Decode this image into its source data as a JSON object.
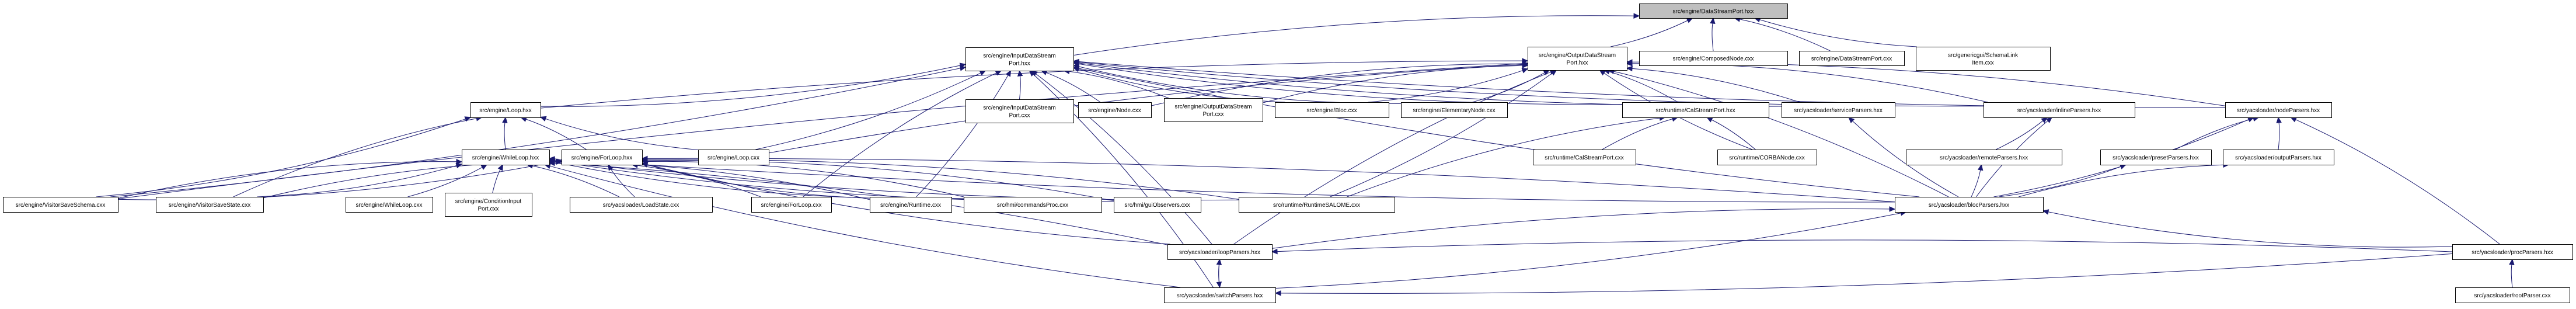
{
  "title": "Include dependency graph: files that include src/engine/DataStreamPort.hxx",
  "colors": {
    "edge": "#191970",
    "root_fill": "#bfbfbf",
    "node_fill": "#ffffff",
    "border": "#000000"
  },
  "nodes": [
    {
      "id": "dsp_hxx",
      "label": [
        "src/engine/DataStreamPort.hxx"
      ],
      "root": true
    },
    {
      "id": "idsp_hxx",
      "label": [
        "src/engine/InputDataStream",
        "Port.hxx"
      ]
    },
    {
      "id": "odsp_hxx",
      "label": [
        "src/engine/OutputDataStream",
        "Port.hxx"
      ]
    },
    {
      "id": "composednode_cxx",
      "label": [
        "src/engine/ComposedNode.cxx"
      ]
    },
    {
      "id": "dsp_cxx",
      "label": [
        "src/engine/DataStreamPort.cxx"
      ]
    },
    {
      "id": "schemalinkitem_cxx",
      "label": [
        "src/genericgui/SchemaLink",
        "Item.cxx"
      ]
    },
    {
      "id": "loop_hxx",
      "label": [
        "src/engine/Loop.hxx"
      ]
    },
    {
      "id": "idsp_cxx",
      "label": [
        "src/engine/InputDataStream",
        "Port.cxx"
      ]
    },
    {
      "id": "node_cxx",
      "label": [
        "src/engine/Node.cxx"
      ]
    },
    {
      "id": "odsp_cxx",
      "label": [
        "src/engine/OutputDataStream",
        "Port.cxx"
      ]
    },
    {
      "id": "bloc_cxx",
      "label": [
        "src/engine/Bloc.cxx"
      ]
    },
    {
      "id": "elementarynode_cxx",
      "label": [
        "src/engine/ElementaryNode.cxx"
      ]
    },
    {
      "id": "calstreamport_hxx",
      "label": [
        "src/runtime/CalStreamPort.hxx"
      ]
    },
    {
      "id": "serviceparsers_hxx",
      "label": [
        "src/yacsloader/serviceParsers.hxx"
      ]
    },
    {
      "id": "inlineparsers_hxx",
      "label": [
        "src/yacsloader/inlineParsers.hxx"
      ]
    },
    {
      "id": "nodeparsers_hxx",
      "label": [
        "src/yacsloader/nodeParsers.hxx"
      ]
    },
    {
      "id": "whileloop_hxx",
      "label": [
        "src/engine/WhileLoop.hxx"
      ]
    },
    {
      "id": "forloop_hxx",
      "label": [
        "src/engine/ForLoop.hxx"
      ]
    },
    {
      "id": "loop_cxx",
      "label": [
        "src/engine/Loop.cxx"
      ]
    },
    {
      "id": "calstreamport_cxx",
      "label": [
        "src/runtime/CalStreamPort.cxx"
      ]
    },
    {
      "id": "corbanode_cxx",
      "label": [
        "src/runtime/CORBANode.cxx"
      ]
    },
    {
      "id": "remoteparsers_hxx",
      "label": [
        "src/yacsloader/remoteParsers.hxx"
      ]
    },
    {
      "id": "presetparsers_hxx",
      "label": [
        "src/yacsloader/presetParsers.hxx"
      ]
    },
    {
      "id": "outputparsers_hxx",
      "label": [
        "src/yacsloader/outputParsers.hxx"
      ]
    },
    {
      "id": "visitorsaveschema_cxx",
      "label": [
        "src/engine/VisitorSaveSchema.cxx"
      ]
    },
    {
      "id": "visitorsavestate_cxx",
      "label": [
        "src/engine/VisitorSaveState.cxx"
      ]
    },
    {
      "id": "whileloop_cxx",
      "label": [
        "src/engine/WhileLoop.cxx"
      ]
    },
    {
      "id": "conditioninputport_cxx",
      "label": [
        "src/engine/ConditionInput",
        "Port.cxx"
      ]
    },
    {
      "id": "loadstate_cxx",
      "label": [
        "src/yacsloader/LoadState.cxx"
      ]
    },
    {
      "id": "forloop_cxx",
      "label": [
        "src/engine/ForLoop.cxx"
      ]
    },
    {
      "id": "runtime_cxx",
      "label": [
        "src/engine/Runtime.cxx"
      ]
    },
    {
      "id": "commandsproc_cxx",
      "label": [
        "src/hmi/commandsProc.cxx"
      ]
    },
    {
      "id": "guiobservers_cxx",
      "label": [
        "src/hmi/guiObservers.cxx"
      ]
    },
    {
      "id": "runtimesalome_cxx",
      "label": [
        "src/runtime/RuntimeSALOME.cxx"
      ]
    },
    {
      "id": "blocparsers_hxx",
      "label": [
        "src/yacsloader/blocParsers.hxx"
      ]
    },
    {
      "id": "loopparsers_hxx",
      "label": [
        "src/yacsloader/loopParsers.hxx"
      ]
    },
    {
      "id": "procparsers_hxx",
      "label": [
        "src/yacsloader/procParsers.hxx"
      ]
    },
    {
      "id": "switchparsers_hxx",
      "label": [
        "src/yacsloader/switchParsers.hxx"
      ]
    },
    {
      "id": "rootparser_cxx",
      "label": [
        "src/yacsloader/rootParser.cxx"
      ]
    }
  ],
  "edges": [
    [
      "idsp_hxx",
      "dsp_hxx"
    ],
    [
      "odsp_hxx",
      "dsp_hxx"
    ],
    [
      "composednode_cxx",
      "dsp_hxx"
    ],
    [
      "dsp_cxx",
      "dsp_hxx"
    ],
    [
      "schemalinkitem_cxx",
      "dsp_hxx"
    ],
    [
      "idsp_cxx",
      "idsp_hxx"
    ],
    [
      "odsp_cxx",
      "odsp_hxx"
    ],
    [
      "loop_hxx",
      "idsp_hxx"
    ],
    [
      "loop_hxx",
      "odsp_hxx"
    ],
    [
      "node_cxx",
      "idsp_hxx"
    ],
    [
      "node_cxx",
      "odsp_hxx"
    ],
    [
      "odsp_cxx",
      "idsp_hxx"
    ],
    [
      "bloc_cxx",
      "idsp_hxx"
    ],
    [
      "bloc_cxx",
      "odsp_hxx"
    ],
    [
      "elementarynode_cxx",
      "idsp_hxx"
    ],
    [
      "elementarynode_cxx",
      "odsp_hxx"
    ],
    [
      "calstreamport_hxx",
      "idsp_hxx"
    ],
    [
      "calstreamport_hxx",
      "odsp_hxx"
    ],
    [
      "serviceparsers_hxx",
      "idsp_hxx"
    ],
    [
      "serviceparsers_hxx",
      "odsp_hxx"
    ],
    [
      "inlineparsers_hxx",
      "idsp_hxx"
    ],
    [
      "inlineparsers_hxx",
      "odsp_hxx"
    ],
    [
      "nodeparsers_hxx",
      "idsp_hxx"
    ],
    [
      "nodeparsers_hxx",
      "odsp_hxx"
    ],
    [
      "whileloop_hxx",
      "loop_hxx"
    ],
    [
      "forloop_hxx",
      "loop_hxx"
    ],
    [
      "loop_cxx",
      "loop_hxx"
    ],
    [
      "loop_cxx",
      "idsp_hxx"
    ],
    [
      "loop_cxx",
      "odsp_hxx"
    ],
    [
      "visitorsaveschema_cxx",
      "idsp_hxx"
    ],
    [
      "visitorsaveschema_cxx",
      "odsp_hxx"
    ],
    [
      "visitorsaveschema_cxx",
      "loop_hxx"
    ],
    [
      "visitorsaveschema_cxx",
      "whileloop_hxx"
    ],
    [
      "visitorsaveschema_cxx",
      "forloop_hxx"
    ],
    [
      "visitorsavestate_cxx",
      "loop_hxx"
    ],
    [
      "visitorsavestate_cxx",
      "whileloop_hxx"
    ],
    [
      "visitorsavestate_cxx",
      "forloop_hxx"
    ],
    [
      "whileloop_cxx",
      "whileloop_hxx"
    ],
    [
      "conditioninputport_cxx",
      "whileloop_hxx"
    ],
    [
      "loadstate_cxx",
      "whileloop_hxx"
    ],
    [
      "loadstate_cxx",
      "forloop_hxx"
    ],
    [
      "forloop_cxx",
      "forloop_hxx"
    ],
    [
      "forloop_cxx",
      "idsp_hxx"
    ],
    [
      "runtime_cxx",
      "whileloop_hxx"
    ],
    [
      "runtime_cxx",
      "forloop_hxx"
    ],
    [
      "runtime_cxx",
      "idsp_hxx"
    ],
    [
      "commandsproc_cxx",
      "whileloop_hxx"
    ],
    [
      "commandsproc_cxx",
      "forloop_hxx"
    ],
    [
      "guiobservers_cxx",
      "whileloop_hxx"
    ],
    [
      "guiobservers_cxx",
      "forloop_hxx"
    ],
    [
      "runtimesalome_cxx",
      "whileloop_hxx"
    ],
    [
      "runtimesalome_cxx",
      "forloop_hxx"
    ],
    [
      "runtimesalome_cxx",
      "calstreamport_hxx"
    ],
    [
      "runtimesalome_cxx",
      "odsp_hxx"
    ],
    [
      "calstreamport_cxx",
      "calstreamport_hxx"
    ],
    [
      "corbanode_cxx",
      "calstreamport_hxx"
    ],
    [
      "corbanode_cxx",
      "odsp_hxx"
    ],
    [
      "remoteparsers_hxx",
      "inlineparsers_hxx"
    ],
    [
      "presetparsers_hxx",
      "nodeparsers_hxx"
    ],
    [
      "outputparsers_hxx",
      "nodeparsers_hxx"
    ],
    [
      "blocparsers_hxx",
      "serviceparsers_hxx"
    ],
    [
      "blocparsers_hxx",
      "remoteparsers_hxx"
    ],
    [
      "blocparsers_hxx",
      "inlineparsers_hxx"
    ],
    [
      "blocparsers_hxx",
      "presetparsers_hxx"
    ],
    [
      "blocparsers_hxx",
      "outputparsers_hxx"
    ],
    [
      "blocparsers_hxx",
      "nodeparsers_hxx"
    ],
    [
      "blocparsers_hxx",
      "whileloop_hxx"
    ],
    [
      "blocparsers_hxx",
      "forloop_hxx"
    ],
    [
      "blocparsers_hxx",
      "idsp_hxx"
    ],
    [
      "blocparsers_hxx",
      "odsp_hxx"
    ],
    [
      "loopparsers_hxx",
      "blocparsers_hxx"
    ],
    [
      "loopparsers_hxx",
      "whileloop_hxx"
    ],
    [
      "loopparsers_hxx",
      "forloop_hxx"
    ],
    [
      "loopparsers_hxx",
      "idsp_hxx"
    ],
    [
      "loopparsers_hxx",
      "odsp_hxx"
    ],
    [
      "loopparsers_hxx",
      "switchparsers_hxx"
    ],
    [
      "switchparsers_hxx",
      "loopparsers_hxx"
    ],
    [
      "switchparsers_hxx",
      "blocparsers_hxx"
    ],
    [
      "switchparsers_hxx",
      "whileloop_hxx"
    ],
    [
      "switchparsers_hxx",
      "idsp_hxx"
    ],
    [
      "procparsers_hxx",
      "blocparsers_hxx"
    ],
    [
      "procparsers_hxx",
      "loopparsers_hxx"
    ],
    [
      "procparsers_hxx",
      "switchparsers_hxx"
    ],
    [
      "procparsers_hxx",
      "nodeparsers_hxx"
    ],
    [
      "rootparser_cxx",
      "procparsers_hxx"
    ]
  ]
}
